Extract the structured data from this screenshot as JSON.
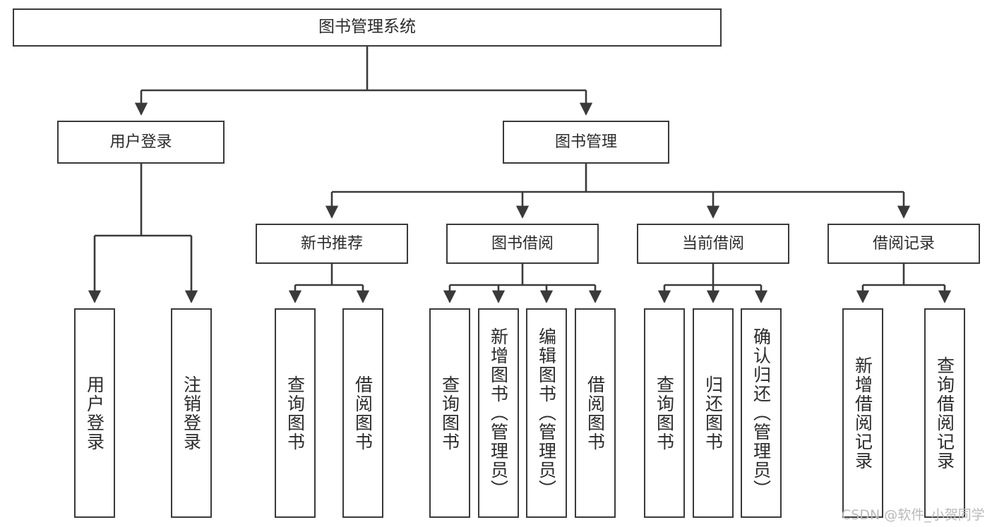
{
  "diagram": {
    "title": "图书管理系统",
    "type": "tree-hierarchy",
    "watermark": "CSDN @软件_小贺同学",
    "colors": {
      "box_border": "#3a3a3a",
      "box_fill": "#ffffff",
      "edge": "#3a3a3a",
      "text": "#2b2b2b",
      "watermark": "#b9b9b9",
      "background": "#ffffff"
    },
    "root": {
      "label": "图书管理系统",
      "orientation": "horizontal"
    },
    "level2": [
      {
        "label": "用户登录",
        "orientation": "horizontal"
      },
      {
        "label": "图书管理",
        "orientation": "horizontal"
      }
    ],
    "level3": [
      {
        "label": "新书推荐",
        "orientation": "horizontal",
        "parent": "图书管理"
      },
      {
        "label": "图书借阅",
        "orientation": "horizontal",
        "parent": "图书管理"
      },
      {
        "label": "当前借阅",
        "orientation": "horizontal",
        "parent": "图书管理"
      },
      {
        "label": "借阅记录",
        "orientation": "horizontal",
        "parent": "图书管理"
      }
    ],
    "leaves": [
      {
        "label": "用户登录",
        "orientation": "vertical",
        "parent": "用户登录"
      },
      {
        "label": "注销登录",
        "orientation": "vertical",
        "parent": "用户登录"
      },
      {
        "label": "查询图书",
        "orientation": "vertical",
        "parent": "新书推荐"
      },
      {
        "label": "借阅图书",
        "orientation": "vertical",
        "parent": "新书推荐"
      },
      {
        "label": "查询图书",
        "orientation": "vertical",
        "parent": "图书借阅"
      },
      {
        "label": "新增图书（管理员）",
        "orientation": "vertical",
        "parent": "图书借阅"
      },
      {
        "label": "编辑图书（管理员）",
        "orientation": "vertical",
        "parent": "图书借阅"
      },
      {
        "label": "借阅图书",
        "orientation": "vertical",
        "parent": "图书借阅"
      },
      {
        "label": "查询图书",
        "orientation": "vertical",
        "parent": "当前借阅"
      },
      {
        "label": "归还图书",
        "orientation": "vertical",
        "parent": "当前借阅"
      },
      {
        "label": "确认归还（管理员）",
        "orientation": "vertical",
        "parent": "当前借阅"
      },
      {
        "label": "新增借阅记录",
        "orientation": "vertical",
        "parent": "借阅记录"
      },
      {
        "label": "查询借阅记录",
        "orientation": "vertical",
        "parent": "借阅记录"
      }
    ]
  }
}
